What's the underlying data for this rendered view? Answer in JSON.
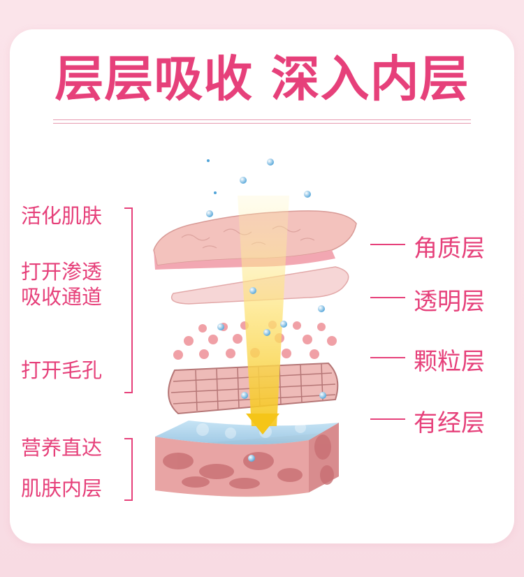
{
  "title": "层层吸收 深入内层",
  "left_notes": {
    "top": [
      "活化肌肤",
      "打开渗透",
      "吸收通道",
      "打开毛孔"
    ],
    "bottom": [
      "营养直达",
      "肌肤内层"
    ]
  },
  "layers": [
    "角质层",
    "透明层",
    "颗粒层",
    "有经层"
  ],
  "colors": {
    "accent": "#e6407a",
    "skin": "#f3c2bd",
    "arrow": "#f5c518"
  }
}
